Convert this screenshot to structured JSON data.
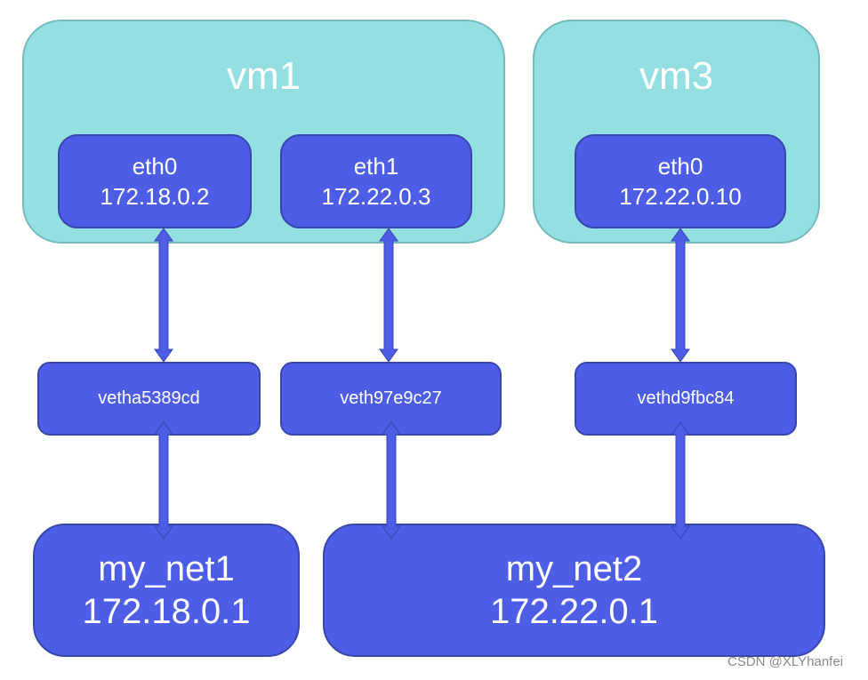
{
  "vms": [
    {
      "name": "vm1",
      "interfaces": [
        {
          "name": "eth0",
          "ip": "172.18.0.2"
        },
        {
          "name": "eth1",
          "ip": "172.22.0.3"
        }
      ]
    },
    {
      "name": "vm3",
      "interfaces": [
        {
          "name": "eth0",
          "ip": "172.22.0.10"
        }
      ]
    }
  ],
  "veths": [
    "vetha5389cd",
    "veth97e9c27",
    "vethd9fbc84"
  ],
  "networks": [
    {
      "name": "my_net1",
      "ip": "172.18.0.1"
    },
    {
      "name": "my_net2",
      "ip": "172.22.0.1"
    }
  ],
  "watermark": "CSDN @XLYhanfei",
  "colors": {
    "vm_fill": "#93dfe1",
    "box_fill": "#4d5de6",
    "arrow": "#4d5de6"
  }
}
